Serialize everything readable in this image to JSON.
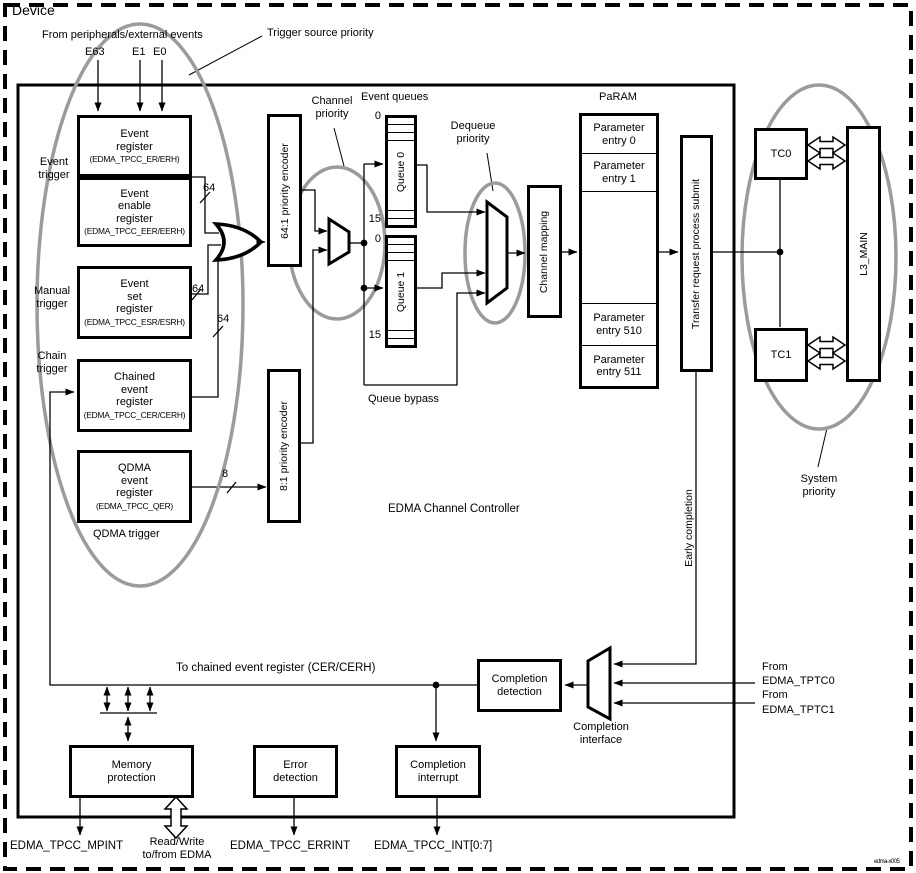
{
  "colors": {
    "ink": "#000000",
    "ellipse": "#9b9b9b"
  },
  "device_label": "Device",
  "watermark": "edma-x005",
  "top": {
    "source": "From peripherals/external events",
    "e63": "E63",
    "e1": "E1",
    "e0": "E0",
    "trigger_source_priority": "Trigger source priority"
  },
  "trigger_labels": {
    "event_l1": "Event",
    "event_l2": "trigger",
    "manual_l1": "Manual",
    "manual_l2": "trigger",
    "chain_l1": "Chain",
    "chain_l2": "trigger",
    "qdma": "QDMA trigger"
  },
  "registers": {
    "er": {
      "l1": "Event",
      "l2": "register",
      "name": "(EDMA_TPCC_ER/ERH)"
    },
    "eer": {
      "l1": "Event",
      "l2": "enable",
      "l3": "register",
      "name": "(EDMA_TPCC_EER/EERH)"
    },
    "esr": {
      "l1": "Event",
      "l2": "set",
      "l3": "register",
      "name": "(EDMA_TPCC_ESR/ESRH)"
    },
    "cer": {
      "l1": "Chained",
      "l2": "event",
      "l3": "register",
      "name": "(EDMA_TPCC_CER/CERH)"
    },
    "qer": {
      "l1": "QDMA",
      "l2": "event",
      "l3": "register",
      "name": "(EDMA_TPCC_QER)"
    }
  },
  "bus_widths": {
    "eer": "64",
    "esr": "64",
    "cer": "64",
    "qer": "8"
  },
  "encoders": {
    "enc64": "64:1 priority encoder",
    "enc8": "8:1 priority encoder"
  },
  "priority_notes": {
    "channel_l1": "Channel",
    "channel_l2": "priority",
    "dequeue_l1": "Dequeue",
    "dequeue_l2": "priority",
    "system_l1": "System",
    "system_l2": "priority"
  },
  "queues": {
    "title": "Event queues",
    "q0": "Queue 0",
    "q1": "Queue 1",
    "q0_top": "0",
    "q0_bottom": "15",
    "q1_top": "0",
    "q1_bottom": "15",
    "bypass": "Queue bypass"
  },
  "param": {
    "title": "PaRAM",
    "e0_l1": "Parameter",
    "e0_l2": "entry 0",
    "e1_l1": "Parameter",
    "e1_l2": "entry 1",
    "e510_l1": "Parameter",
    "e510_l2": "entry 510",
    "e511_l1": "Parameter",
    "e511_l2": "entry 511"
  },
  "blocks": {
    "channel_mapping": "Channel mapping",
    "tr_submit": "Transfer request process submit",
    "early_completion": "Early completion",
    "cc_label": "EDMA Channel Controller"
  },
  "transfer_controllers": {
    "tc0": "TC0",
    "tc1": "TC1",
    "l3": "L3_MAIN"
  },
  "completion": {
    "det_l1": "Completion",
    "det_l2": "detection",
    "iface_l1": "Completion",
    "iface_l2": "interface",
    "tptc0_l1": "From",
    "tptc0_l2": "EDMA_TPTC0",
    "tptc1_l1": "From",
    "tptc1_l2": "EDMA_TPTC1",
    "chain_line": "To chained event register (CER/CERH)"
  },
  "bottom": {
    "mp_l1": "Memory",
    "mp_l2": "protection",
    "ed_l1": "Error",
    "ed_l2": "detection",
    "ci_l1": "Completion",
    "ci_l2": "interrupt",
    "mpint": "EDMA_TPCC_MPINT",
    "rw_l1": "Read/Write",
    "rw_l2": "to/from EDMA",
    "errint": "EDMA_TPCC_ERRINT",
    "int07": "EDMA_TPCC_INT[0:7]"
  }
}
